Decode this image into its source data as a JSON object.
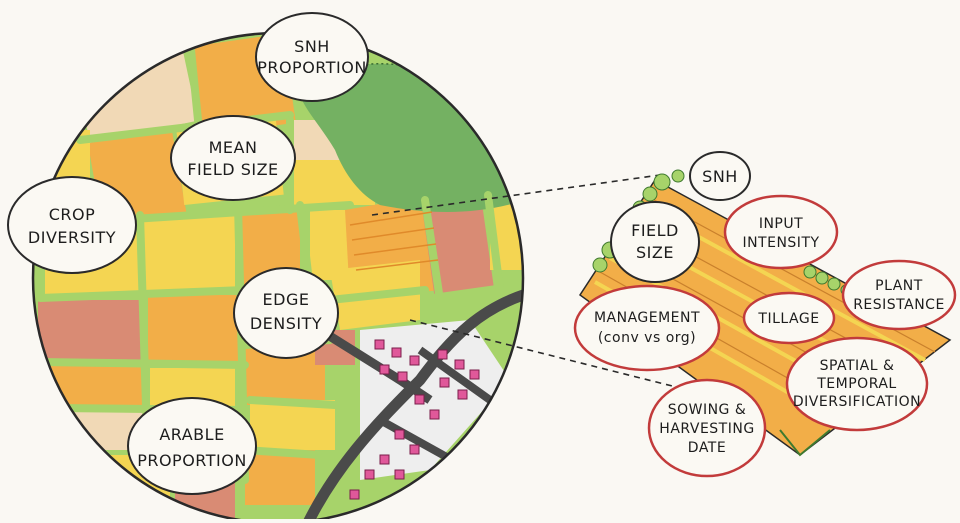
{
  "landscape_labels": {
    "snh_proportion": [
      "SNH",
      "PROPORTION"
    ],
    "mean_field_size": [
      "MEAN",
      "FIELD SIZE"
    ],
    "crop_diversity": [
      "CROP",
      "DIVERSITY"
    ],
    "edge_density": [
      "EDGE",
      "DENSITY"
    ],
    "arable_proportion": [
      "ARABLE",
      "PROPORTION"
    ]
  },
  "field_labels": {
    "snh": [
      "SNH"
    ],
    "field_size": [
      "FIELD",
      "SIZE"
    ],
    "input_intensity": [
      "INPUT",
      "INTENSITY"
    ],
    "plant_resistance": [
      "PLANT",
      "RESISTANCE"
    ],
    "tillage": [
      "TILLAGE"
    ],
    "management": [
      "MANAGEMENT",
      "(conv vs org)"
    ],
    "spatial_temporal": [
      "SPATIAL &",
      "TEMPORAL",
      "DIVERSIFICATION"
    ],
    "sowing_harvesting": [
      "SOWING &",
      "HARVESTING",
      "DATE"
    ]
  },
  "colors": {
    "background": "#faf8f3",
    "field_orange": "#f2ae48",
    "field_yellow": "#f4d552",
    "field_pale": "#f1d9b6",
    "field_red": "#d98b74",
    "snh_green": "#74b162",
    "hedge_green": "#a7d36a",
    "road": "#4a4a4a",
    "house": "#e0589a",
    "label_fill": "#fbf9f3",
    "label_outline_red": "#c23b3b",
    "outline": "#2a2a2a"
  }
}
